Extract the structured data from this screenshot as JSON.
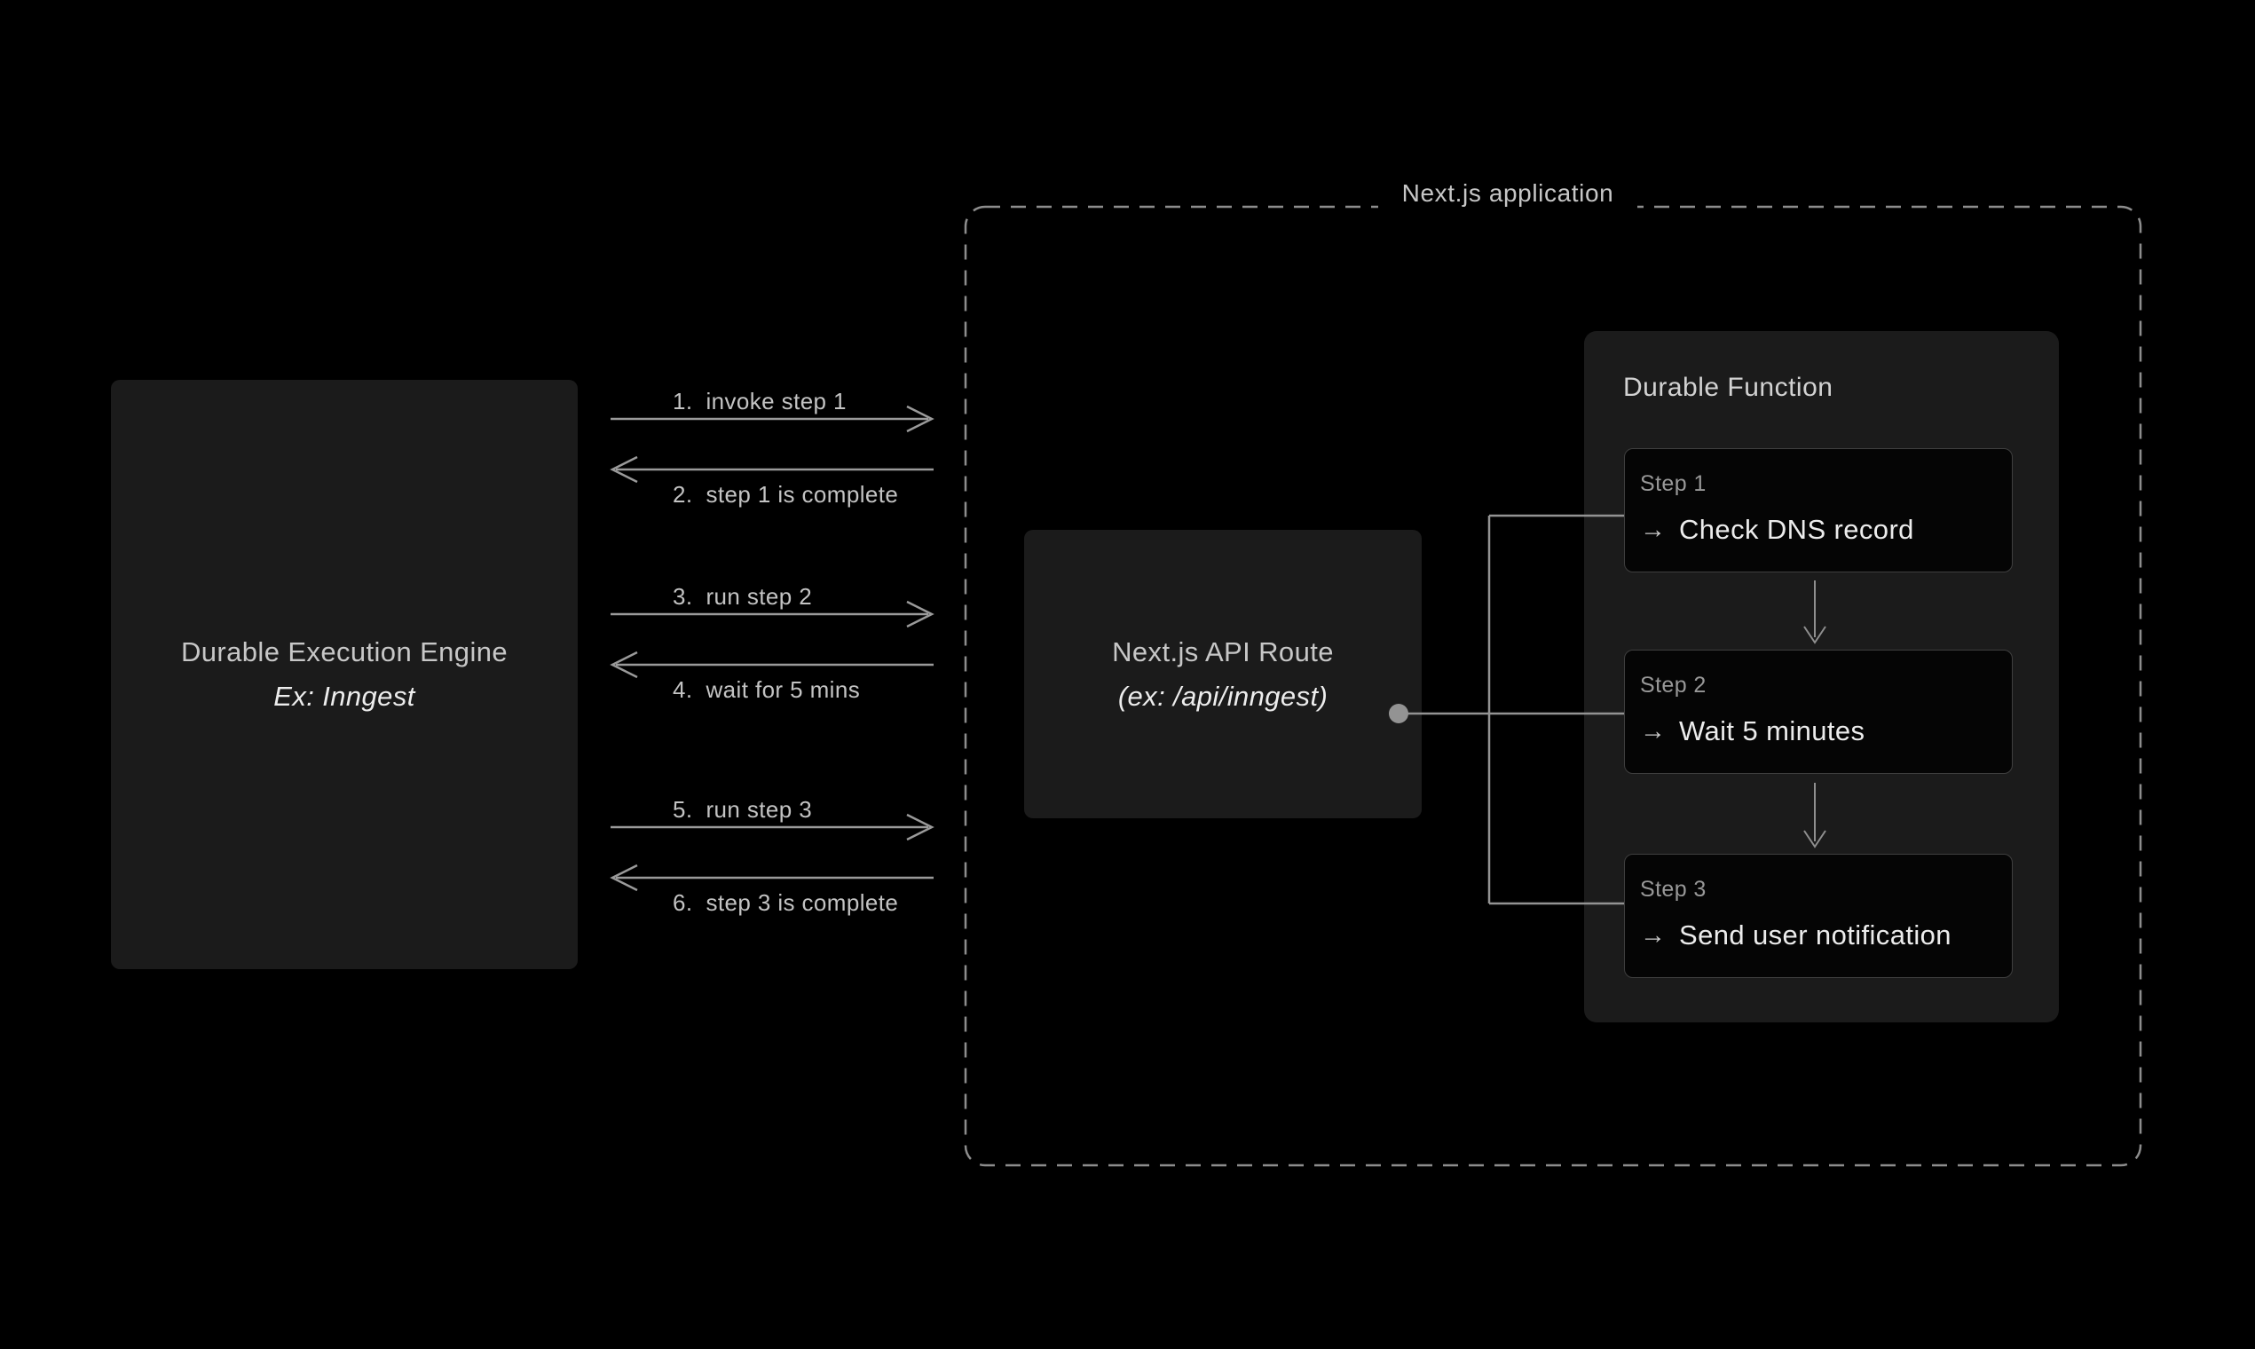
{
  "diagram": {
    "background": "#000000",
    "nextjs_app_label": "Next.js application",
    "engine": {
      "title": "Durable Execution Engine",
      "subtitle": "Ex: Inngest"
    },
    "api_route": {
      "title": "Next.js API Route",
      "subtitle": "(ex: /api/inngest)"
    },
    "durable_function": {
      "title": "Durable Function",
      "steps": [
        {
          "label": "Step 1",
          "action": "Check DNS record"
        },
        {
          "label": "Step 2",
          "action": "Wait 5 minutes"
        },
        {
          "label": "Step 3",
          "action": "Send user notification"
        }
      ]
    },
    "messages": [
      {
        "num": "1.",
        "text": "invoke step 1",
        "direction": "right"
      },
      {
        "num": "2.",
        "text": "step 1 is complete",
        "direction": "left"
      },
      {
        "num": "3.",
        "text": "run step 2",
        "direction": "right"
      },
      {
        "num": "4.",
        "text": "wait for 5 mins",
        "direction": "left"
      },
      {
        "num": "5.",
        "text": "run step 3",
        "direction": "right"
      },
      {
        "num": "6.",
        "text": "step 3 is complete",
        "direction": "left"
      }
    ],
    "icons": {
      "arrow_right": "→"
    },
    "colors": {
      "background": "#000000",
      "panel_bg": "#1b1b1b",
      "card_bg": "#050505",
      "card_border": "#3f3f3f",
      "dashed_border": "#8d8d8d",
      "line": "#9a9a9a",
      "text_primary": "#ececec",
      "text_secondary": "#c5c5c5",
      "text_muted": "#989898"
    }
  }
}
